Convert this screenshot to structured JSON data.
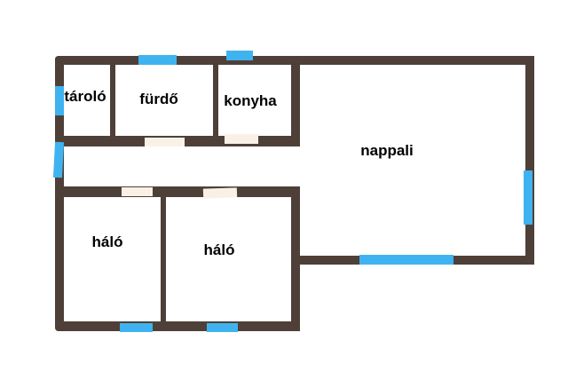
{
  "rooms": {
    "storage": "tároló",
    "bathroom": "fürdő",
    "kitchen": "konyha",
    "living": "nappali",
    "bedroom1": "háló",
    "bedroom2": "háló"
  },
  "colors": {
    "wall": "#4e4038",
    "window": "#3fb3f0",
    "door": "#faf1e6"
  }
}
